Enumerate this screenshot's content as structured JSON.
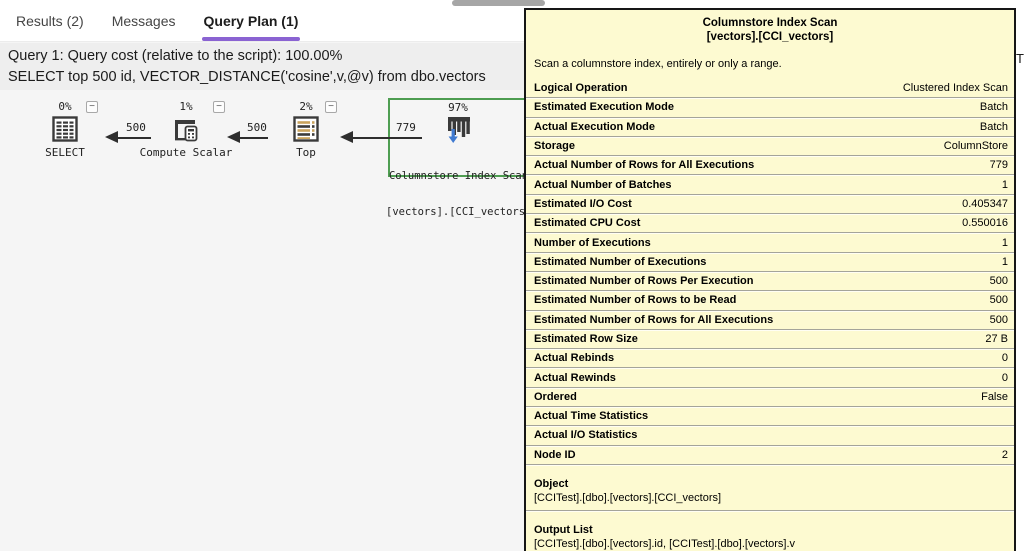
{
  "tabs": [
    {
      "label": "Results (2)"
    },
    {
      "label": "Messages"
    },
    {
      "label": "Query Plan (1)"
    }
  ],
  "query_header": {
    "line1": "Query 1: Query cost (relative to the script): 100.00%",
    "line2": "SELECT top 500 id, VECTOR_DISTANCE('cosine',v,@v) from dbo.vectors"
  },
  "plan": {
    "collapse_glyph": "−",
    "nodes": [
      {
        "percent": "0%",
        "label": "SELECT"
      },
      {
        "percent": "1%",
        "label": "Compute Scalar"
      },
      {
        "percent": "2%",
        "label": "Top"
      },
      {
        "percent": "97%",
        "label": "Columnstore Index Scan",
        "sublabel": "[vectors].[CCI_vectors]"
      }
    ],
    "edges": [
      {
        "rows": "500"
      },
      {
        "rows": "500"
      },
      {
        "rows": "779"
      }
    ]
  },
  "tooltip": {
    "title_line1": "Columnstore Index Scan",
    "title_line2": "[vectors].[CCI_vectors]",
    "description": "Scan a columnstore index, entirely or only a range.",
    "rows": [
      {
        "label": "Logical Operation",
        "value": "Clustered Index Scan"
      },
      {
        "label": "Estimated Execution Mode",
        "value": "Batch"
      },
      {
        "label": "Actual Execution Mode",
        "value": "Batch"
      },
      {
        "label": "Storage",
        "value": "ColumnStore"
      },
      {
        "label": "Actual Number of Rows for All Executions",
        "value": "779"
      },
      {
        "label": "Actual Number of Batches",
        "value": "1"
      },
      {
        "label": "Estimated I/O Cost",
        "value": "0.405347"
      },
      {
        "label": "Estimated CPU Cost",
        "value": "0.550016"
      },
      {
        "label": "Number of Executions",
        "value": "1"
      },
      {
        "label": "Estimated Number of Executions",
        "value": "1"
      },
      {
        "label": "Estimated Number of Rows Per Execution",
        "value": "500"
      },
      {
        "label": "Estimated Number of Rows to be Read",
        "value": "500"
      },
      {
        "label": "Estimated Number of Rows for All Executions",
        "value": "500"
      },
      {
        "label": "Estimated Row Size",
        "value": "27 B"
      },
      {
        "label": "Actual Rebinds",
        "value": "0"
      },
      {
        "label": "Actual Rewinds",
        "value": "0"
      },
      {
        "label": "Ordered",
        "value": "False"
      },
      {
        "label": "Actual Time Statistics",
        "value": ""
      },
      {
        "label": "Actual I/O Statistics",
        "value": ""
      },
      {
        "label": "Node ID",
        "value": "2"
      }
    ],
    "sections": [
      {
        "label": "Object",
        "value": "[CCITest].[dbo].[vectors].[CCI_vectors]"
      },
      {
        "label": "Output List",
        "value": "[CCITest].[dbo].[vectors].id, [CCITest].[dbo].[vectors].v"
      }
    ]
  },
  "edge_fragment": "T",
  "colors": {
    "tab_accent": "#8a63d2",
    "selection_green": "#4f9e52",
    "tooltip_bg": "#fdfad1",
    "icon_dark": "#3a3a3a",
    "icon_tan": "#c9a35c",
    "icon_blue": "#3f7ad1"
  }
}
